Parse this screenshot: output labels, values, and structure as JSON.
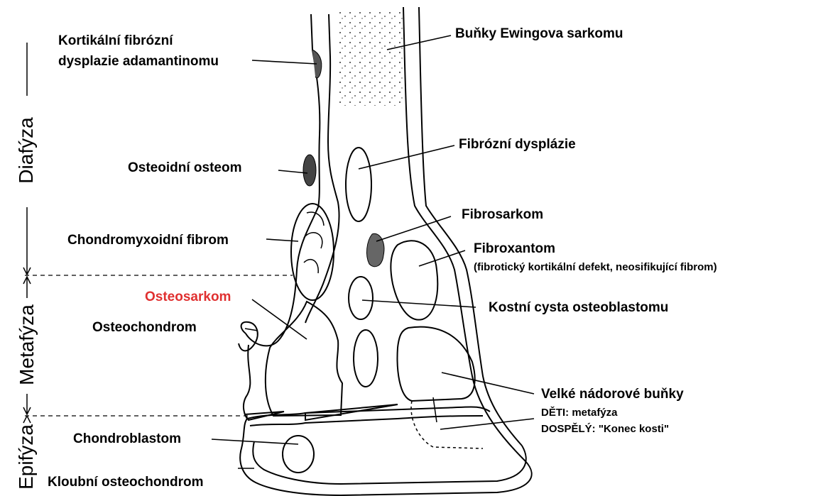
{
  "diagram": {
    "labels": {
      "kortikalni_line1": "Kortikální fibrózní",
      "kortikalni_line2": "dysplazie adamantinomu",
      "ewing": "Buňky Ewingova sarkomu",
      "fibrozni_dysplazie": "Fibrózní dysplázie",
      "osteoidni_osteom": "Osteoidní osteom",
      "fibrosarkom": "Fibrosarkom",
      "chondromyxoidni_fibrom": "Chondromyxoidní fibrom",
      "fibroxantom": "Fibroxantom",
      "fibroxantom_sub": "(fibrotický kortikální defekt, neosifikující fibrom)",
      "osteosarkom": "Osteosarkom",
      "kostni_cysta": "Kostní cysta osteoblastomu",
      "osteochondrom": "Osteochondrom",
      "velke_line1": "Velké nádorové buňky",
      "velke_line2": "DĚTI: metafýza",
      "velke_line3": "DOSPĚLÝ: \"Konec kosti\"",
      "chondroblastom": "Chondroblastom",
      "kloubni_osteochondrom": "Kloubní osteochondrom"
    },
    "regions": {
      "diafyza": "Diafýza",
      "metafyza": "Metafýza",
      "epifyza": "Epifýza"
    },
    "colors": {
      "highlight": "#e03030",
      "ink": "#000000"
    }
  }
}
